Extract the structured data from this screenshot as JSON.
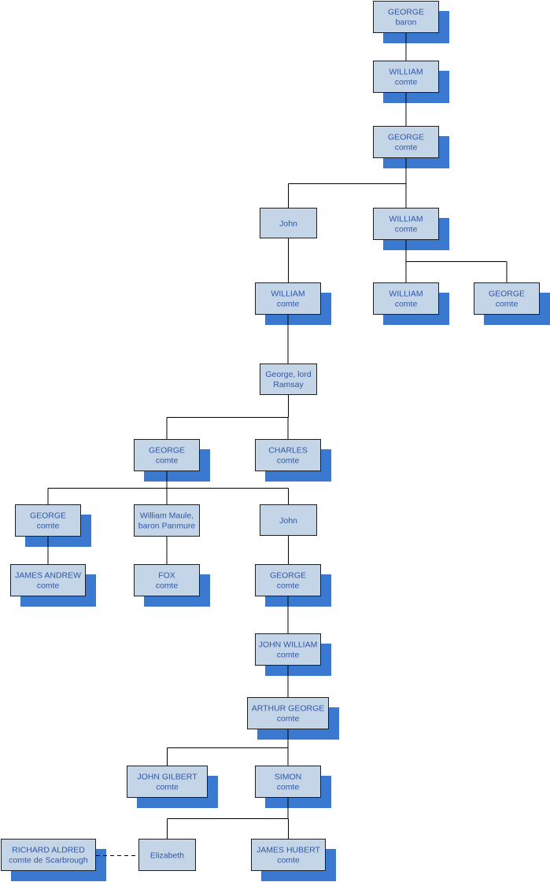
{
  "colors": {
    "box_fill": "#c5d5e8",
    "box_border": "#1f1f1f",
    "shadow": "#3b78d0",
    "text": "#2f57a6",
    "line": "#000000",
    "background": "#ffffff"
  },
  "nodes": [
    {
      "id": "george-baron",
      "line1": "GEORGE",
      "line2": "baron",
      "shadow": true
    },
    {
      "id": "william-comte-1",
      "line1": "WILLIAM",
      "line2": "comte",
      "shadow": true
    },
    {
      "id": "george-comte-1",
      "line1": "GEORGE",
      "line2": "comte",
      "shadow": true
    },
    {
      "id": "john-1",
      "line1": "John",
      "line2": "",
      "shadow": false
    },
    {
      "id": "william-comte-2",
      "line1": "WILLIAM",
      "line2": "comte",
      "shadow": true
    },
    {
      "id": "william-comte-3",
      "line1": "WILLIAM",
      "line2": "comte",
      "shadow": true
    },
    {
      "id": "william-comte-4",
      "line1": "WILLIAM",
      "line2": "comte",
      "shadow": true
    },
    {
      "id": "george-comte-2",
      "line1": "GEORGE",
      "line2": "comte",
      "shadow": true
    },
    {
      "id": "george-lord-ramsay",
      "line1": "George, lord",
      "line2": "Ramsay",
      "shadow": false
    },
    {
      "id": "george-comte-3",
      "line1": "GEORGE",
      "line2": "comte",
      "shadow": true
    },
    {
      "id": "charles-comte",
      "line1": "CHARLES",
      "line2": "comte",
      "shadow": true
    },
    {
      "id": "george-comte-4",
      "line1": "GEORGE",
      "line2": "comte",
      "shadow": true
    },
    {
      "id": "william-maule",
      "line1": "William Maule,",
      "line2": "baron Panmure",
      "shadow": false
    },
    {
      "id": "john-2",
      "line1": "John",
      "line2": "",
      "shadow": false
    },
    {
      "id": "james-andrew",
      "line1": "JAMES ANDREW",
      "line2": "comte",
      "shadow": true
    },
    {
      "id": "fox-comte",
      "line1": "FOX",
      "line2": "comte",
      "shadow": true
    },
    {
      "id": "george-comte-5",
      "line1": "GEORGE",
      "line2": "comte",
      "shadow": true
    },
    {
      "id": "john-william",
      "line1": "JOHN WILLIAM",
      "line2": "comte",
      "shadow": true
    },
    {
      "id": "arthur-george",
      "line1": "ARTHUR GEORGE",
      "line2": "comte",
      "shadow": true
    },
    {
      "id": "john-gilbert",
      "line1": "JOHN GILBERT",
      "line2": "comte",
      "shadow": true
    },
    {
      "id": "simon-comte",
      "line1": "SIMON",
      "line2": "comte",
      "shadow": true
    },
    {
      "id": "richard-aldred",
      "line1": "RICHARD ALDRED",
      "line2": "comte de Scarbrough",
      "shadow": true
    },
    {
      "id": "elizabeth",
      "line1": "Elizabeth",
      "line2": "",
      "shadow": false
    },
    {
      "id": "james-hubert",
      "line1": "JAMES HUBERT",
      "line2": "comte",
      "shadow": true
    }
  ],
  "edges": [
    {
      "from": "george-baron",
      "to": "william-comte-1"
    },
    {
      "from": "william-comte-1",
      "to": "george-comte-1"
    },
    {
      "from": "george-comte-1",
      "to": "john-1"
    },
    {
      "from": "george-comte-1",
      "to": "william-comte-2"
    },
    {
      "from": "william-comte-2",
      "to": "william-comte-4"
    },
    {
      "from": "william-comte-2",
      "to": "george-comte-2"
    },
    {
      "from": "john-1",
      "to": "william-comte-3"
    },
    {
      "from": "william-comte-3",
      "to": "george-lord-ramsay"
    },
    {
      "from": "george-lord-ramsay",
      "to": "george-comte-3"
    },
    {
      "from": "george-lord-ramsay",
      "to": "charles-comte"
    },
    {
      "from": "george-comte-3",
      "to": "george-comte-4"
    },
    {
      "from": "george-comte-3",
      "to": "william-maule"
    },
    {
      "from": "george-comte-3",
      "to": "john-2"
    },
    {
      "from": "george-comte-4",
      "to": "james-andrew"
    },
    {
      "from": "william-maule",
      "to": "fox-comte"
    },
    {
      "from": "john-2",
      "to": "george-comte-5"
    },
    {
      "from": "george-comte-5",
      "to": "john-william"
    },
    {
      "from": "john-william",
      "to": "arthur-george"
    },
    {
      "from": "arthur-george",
      "to": "john-gilbert"
    },
    {
      "from": "arthur-george",
      "to": "simon-comte"
    },
    {
      "from": "simon-comte",
      "to": "elizabeth"
    },
    {
      "from": "simon-comte",
      "to": "james-hubert"
    }
  ],
  "marriages": [
    {
      "from": "richard-aldred",
      "to": "elizabeth"
    }
  ]
}
